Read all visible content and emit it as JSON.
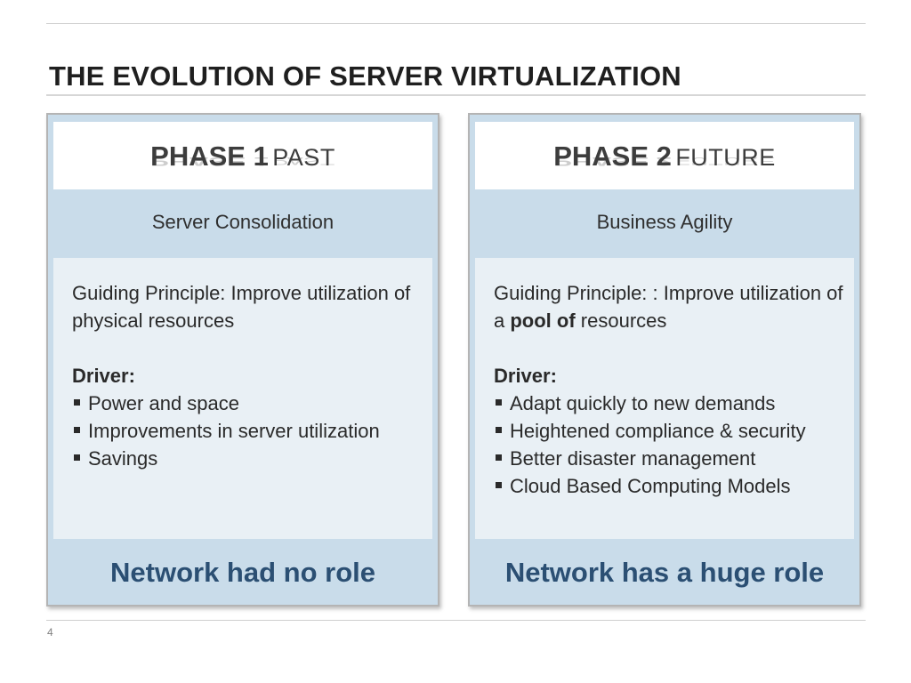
{
  "slide": {
    "title": "THE EVOLUTION OF SERVER VIRTUALIZATION",
    "page_number": "4"
  },
  "phases": [
    {
      "phase_label": "PHASE 1",
      "era": "PAST",
      "theme": "Server Consolidation",
      "principle_before": "Guiding Principle: Improve utilization of physical resources",
      "principle_bold": "",
      "principle_after": "",
      "driver_label": "Driver:",
      "drivers": [
        "Power and space",
        "Improvements in server utilization",
        "Savings"
      ],
      "statement": "Network had no role"
    },
    {
      "phase_label": "PHASE 2",
      "era": "FUTURE",
      "theme": "Business Agility",
      "principle_before": "Guiding Principle: : Improve utilization of a ",
      "principle_bold": "pool of",
      "principle_after": " resources",
      "driver_label": "Driver:",
      "drivers": [
        "Adapt quickly to new demands",
        "Heightened compliance & security",
        "Better disaster management",
        "Cloud Based Computing Models"
      ],
      "statement": "Network has a huge role"
    }
  ],
  "colors": {
    "panel_background": "#c9dcea",
    "content_background": "#e9f0f5",
    "statement_text": "#2b4f73"
  }
}
